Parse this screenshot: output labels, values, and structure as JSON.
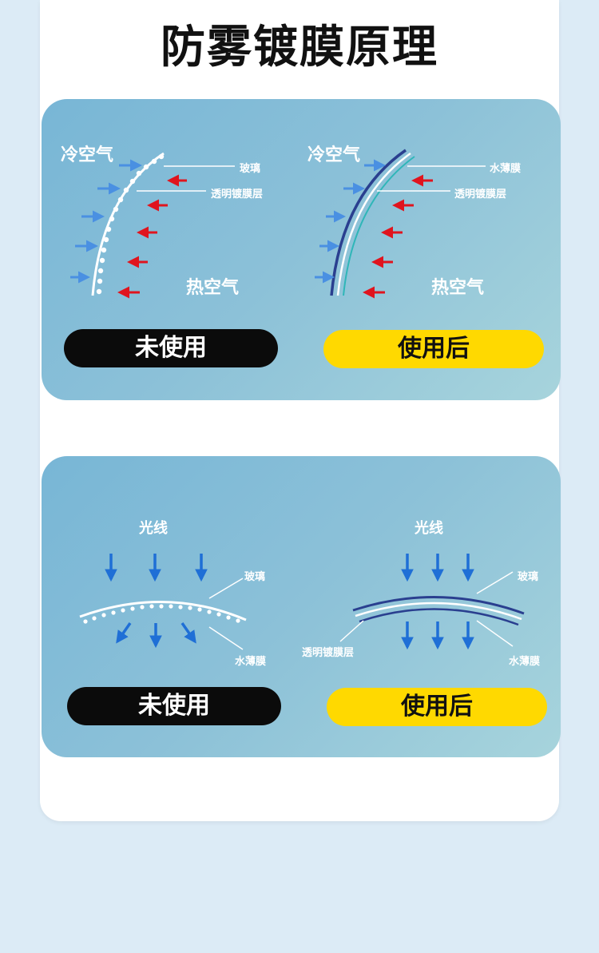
{
  "title": "防雾镀膜原理",
  "panel1": {
    "cold_air_left": "冷空气",
    "cold_air_right": "冷空气",
    "hot_air_left": "热空气",
    "hot_air_right": "热空气",
    "glass": "玻璃",
    "coating_left": "透明镀膜层",
    "water_film": "水薄膜",
    "coating_right": "透明镀膜层",
    "before": "未使用",
    "after": "使用后"
  },
  "panel2": {
    "light_left": "光线",
    "light_right": "光线",
    "glass_left": "玻璃",
    "water_left": "水薄膜",
    "coating": "透明镀膜层",
    "glass_right": "玻璃",
    "water_right": "水薄膜",
    "before": "未使用",
    "after": "使用后"
  },
  "colors": {
    "cold_arrow": "#4a90e2",
    "hot_arrow": "#e0141e",
    "light_arrow": "#1f6fd6",
    "glass_dark": "#2a3f8f",
    "coating_teal": "#2fb6b8"
  }
}
